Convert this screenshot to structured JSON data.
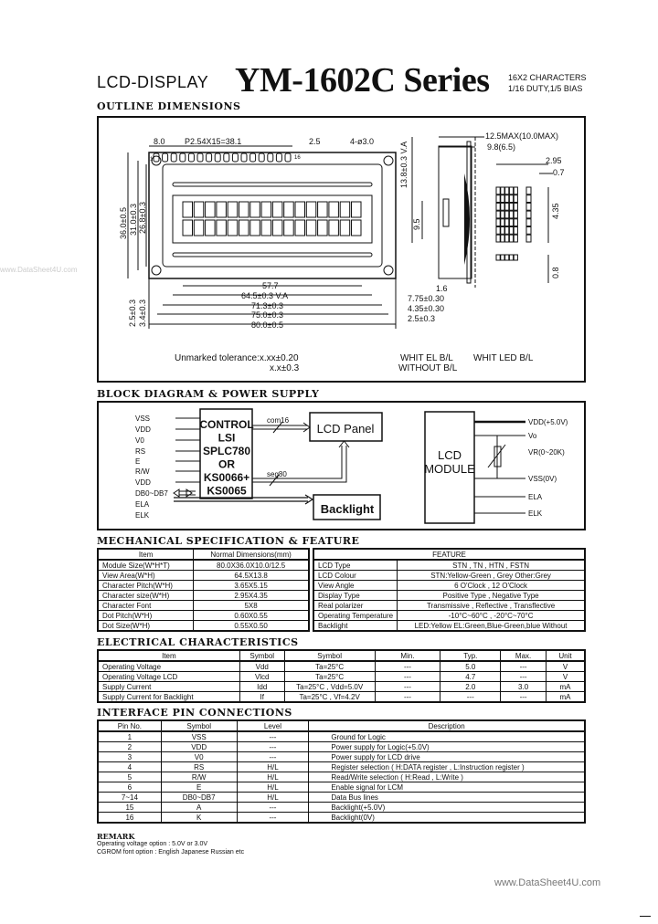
{
  "header": {
    "prefix": "LCD-DISPLAY",
    "title": "YM-1602C Series",
    "spec_line1": "16X2 CHARACTERS",
    "spec_line2": "1/16 DUTY,1/5 BIAS"
  },
  "watermark": "www.DataSheet4U.com",
  "outline": {
    "title": "OUTLINE DIMENSIONS",
    "dims": {
      "d8": "8.0",
      "pitch": "P2.54X15=38.1",
      "d25top": "2.5",
      "holes": "4-ø3.0",
      "va_h": "13.8±0.3 V.A",
      "max_t": "12.5MAX(10.0MAX)",
      "t98": "9.8(6.5)",
      "w295": "2.95",
      "w07": "0.7",
      "h95": "9.5",
      "h435": "4.35",
      "h08": "0.8",
      "h36": "36.0±0.5",
      "h31": "31.0±0.3",
      "h268": "26.8±0.3",
      "t16": "1.6",
      "w577": "57.7",
      "w645": "64.5±0.3 V.A",
      "w713": "71.3±0.3",
      "w750": "75.0±0.3",
      "w800": "80.0±0.5",
      "o775": "7.75±0.30",
      "o435": "4.35±0.30",
      "o25": "2.5±0.3",
      "v25": "2.5±0.3",
      "v34": "3.4±0.3",
      "pin1": "1",
      "pin16": "16"
    },
    "tolerance1": "Unmarked tolerance:x.xx±0.20",
    "tolerance2": "x.x±0.3",
    "bl_el": "WHIT EL B/L",
    "bl_none": "WITHOUT B/L",
    "bl_led": "WHIT LED B/L"
  },
  "block": {
    "title": "BLOCK DIAGRAM & POWER SUPPLY",
    "signals": [
      "VSS",
      "VDD",
      "V0",
      "RS",
      "E",
      "R/W",
      "VDD",
      "DB0~DB7",
      "ELA",
      "ELK"
    ],
    "controller": [
      "CONTROL",
      "LSI",
      "SPLC780",
      "OR",
      "KS0066+",
      "KS0065"
    ],
    "com": "com16",
    "seg": "seg80",
    "lcd_panel": "LCD Panel",
    "backlight": "Backlight",
    "module": [
      "LCD",
      "MODULE"
    ],
    "power": [
      "VDD(+5.0V)",
      "Vo",
      "VR(0~20K)",
      "VSS(0V)",
      "ELA",
      "ELK"
    ]
  },
  "mechanical": {
    "title": "MECHANICAL SPECIFICATION & FEATURE",
    "left_headers": [
      "Item",
      "Normal Dimensions(mm)"
    ],
    "left_rows": [
      [
        "Module Size(W*H*T)",
        "80.0X36.0X10.0/12.5"
      ],
      [
        "View Area(W*H)",
        "64.5X13.8"
      ],
      [
        "Character Pitch(W*H)",
        "3.65X5.15"
      ],
      [
        "Character size(W*H)",
        "2.95X4.35"
      ],
      [
        "Character Font",
        "5X8"
      ],
      [
        "Dot Pitch(W*H)",
        "0.60X0.55"
      ],
      [
        "Dot Size(W*H)",
        "0.55X0.50"
      ]
    ],
    "right_header": "FEATURE",
    "right_rows": [
      [
        "LCD Type",
        "STN , TN , HTN , FSTN"
      ],
      [
        "LCD Colour",
        "STN:Yellow-Green , Grey    Other:Grey"
      ],
      [
        "View Angle",
        "6 O'Clock    ,    12 O'Clock"
      ],
      [
        "Display Type",
        "Positive Type    ,    Negative Type"
      ],
      [
        "Real polarizer",
        "Transmissive , Reflective , Transflective"
      ],
      [
        "Operating Temperature",
        "-10°C~60°C   ,   -20°C~70°C"
      ],
      [
        "Backlight",
        "LED:Yellow  EL:Green,Blue-Green,blue  Without"
      ]
    ]
  },
  "electrical": {
    "title": "ELECTRICAL CHARACTERISTICS",
    "headers": [
      "Item",
      "Symbol",
      "Symbol",
      "Min.",
      "Typ.",
      "Max.",
      "Unit"
    ],
    "rows": [
      [
        "Operating Voltage",
        "Vdd",
        "Ta=25°C",
        "---",
        "5.0",
        "---",
        "V"
      ],
      [
        "Operating Voltage LCD",
        "Vlcd",
        "Ta=25°C",
        "---",
        "4.7",
        "---",
        "V"
      ],
      [
        "Supply Current",
        "Idd",
        "Ta=25°C , Vdd=5.0V",
        "---",
        "2.0",
        "3.0",
        "mA"
      ],
      [
        "Supply Current for Backlight",
        "If",
        "Ta=25°C , Vf=4.2V",
        "---",
        "---",
        "---",
        "mA"
      ]
    ]
  },
  "interface": {
    "title": "INTERFACE PIN CONNECTIONS",
    "headers": [
      "Pin No.",
      "Symbol",
      "Level",
      "Description"
    ],
    "rows": [
      [
        "1",
        "VSS",
        "---",
        "Ground for Logic"
      ],
      [
        "2",
        "VDD",
        "---",
        "Power supply for Logic(+5.0V)"
      ],
      [
        "3",
        "V0",
        "---",
        "Power supply for LCD drive"
      ],
      [
        "4",
        "RS",
        "H/L",
        "Register selection ( H:DATA register , L:Instruction register )"
      ],
      [
        "5",
        "R/W",
        "H/L",
        "Read/Write selection ( H:Read , L:Write )"
      ],
      [
        "6",
        "E",
        "H/L",
        "Enable signal for LCM"
      ],
      [
        "7~14",
        "DB0~DB7",
        "H/L",
        "Data Bus lines"
      ],
      [
        "15",
        "A",
        "---",
        "Backlight(+5.0V)"
      ],
      [
        "16",
        "K",
        "---",
        "Backlight(0V)"
      ]
    ]
  },
  "remark": {
    "title": "REMARK",
    "lines": [
      "Operating voltage option : 5.0V or 3.0V",
      "CGROM font option : English Japanese  Russian  etc"
    ]
  },
  "footer": "www.DataSheet4U.com"
}
